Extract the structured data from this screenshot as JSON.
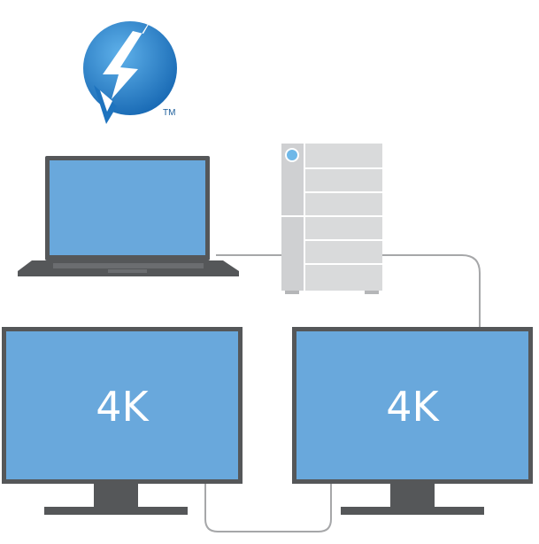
{
  "logo": {
    "trademark": "TM",
    "name": "thunderbolt-logo"
  },
  "monitors": [
    {
      "label": "4K"
    },
    {
      "label": "4K"
    }
  ],
  "colors": {
    "screen": "#69a8dc",
    "bezel": "#555759",
    "storage_body": "#d9dadb",
    "storage_line": "#ffffff",
    "cable": "#a6a7a9",
    "logo_blue": "#1e73be",
    "logo_light": "#4aa3e6",
    "power_led": "#6fb8e8"
  }
}
